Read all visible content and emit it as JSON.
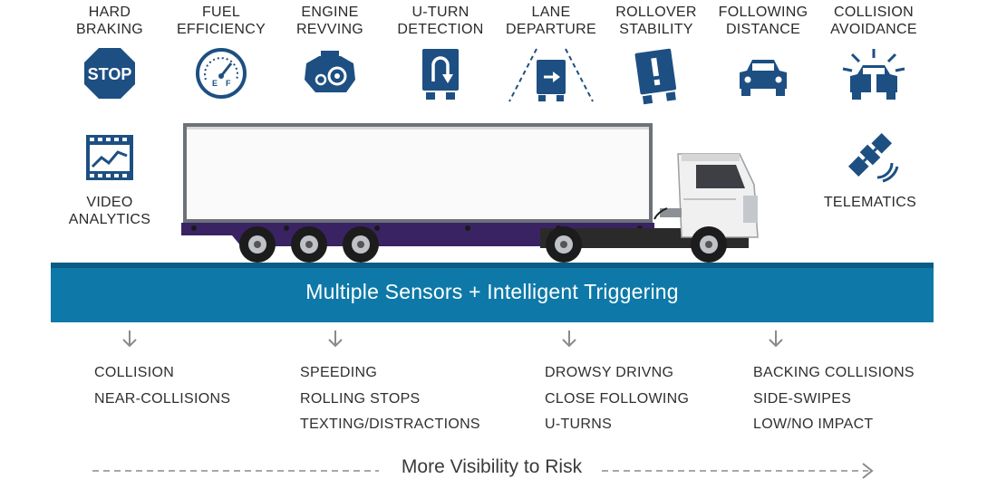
{
  "icons": [
    {
      "id": "hard-braking",
      "line1": "HARD",
      "line2": "BRAKING",
      "icon": "stop-sign-icon"
    },
    {
      "id": "fuel-efficiency",
      "line1": "FUEL",
      "line2": "EFFICIENCY",
      "icon": "fuel-gauge-icon"
    },
    {
      "id": "engine-revving",
      "line1": "ENGINE",
      "line2": "REVVING",
      "icon": "engine-icon"
    },
    {
      "id": "u-turn-detection",
      "line1": "U-TURN",
      "line2": "DETECTION",
      "icon": "u-turn-truck-icon"
    },
    {
      "id": "lane-departure",
      "line1": "LANE",
      "line2": "DEPARTURE",
      "icon": "lane-departure-icon"
    },
    {
      "id": "rollover-stability",
      "line1": "ROLLOVER",
      "line2": "STABILITY",
      "icon": "rollover-truck-icon"
    },
    {
      "id": "following-distance",
      "line1": "FOLLOWING",
      "line2": "DISTANCE",
      "icon": "car-icon"
    },
    {
      "id": "collision-avoidance",
      "line1": "COLLISION",
      "line2": "AVOIDANCE",
      "icon": "collision-car-icon"
    }
  ],
  "glyphs": {
    "stop": "STOP",
    "gauge_e": "E",
    "gauge_f": "F"
  },
  "video": {
    "line1": "VIDEO",
    "line2": "ANALYTICS",
    "icon": "video-chart-icon"
  },
  "telematics": {
    "label": "TELEMATICS",
    "icon": "satellite-icon"
  },
  "band": {
    "text": "Multiple Sensors + Intelligent Triggering",
    "color": "#0e79a8"
  },
  "risks": [
    {
      "items": [
        "COLLISION",
        "NEAR-COLLISIONS"
      ]
    },
    {
      "items": [
        "SPEEDING",
        "ROLLING STOPS",
        "TEXTING/DISTRACTIONS"
      ]
    },
    {
      "items": [
        "DROWSY DRIVNG",
        "CLOSE FOLLOWING",
        "U-TURNS"
      ]
    },
    {
      "items": [
        "BACKING COLLISIONS",
        "SIDE-SWIPES",
        "LOW/NO IMPACT"
      ]
    }
  ],
  "footer": {
    "text": "More Visibility to Risk"
  },
  "colors": {
    "icon_blue": "#1d4f82",
    "text": "#2a2a2a"
  }
}
